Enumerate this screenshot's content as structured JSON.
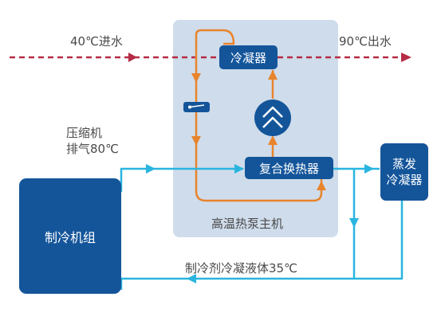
{
  "title": "",
  "inlet_label": "40℃进水",
  "outlet_label": "90℃出水",
  "compressor_exhaust_label": {
    "line1": "压缩机",
    "line2": "排气80℃"
  },
  "refrigerant_label": "制冷剂冷凝液体35℃",
  "nodes": {
    "condenser": "冷凝器",
    "composite_exchanger": "复合换热器",
    "evaporative_condenser": {
      "line1": "蒸发",
      "line2": "冷凝器"
    },
    "refrigeration_unit": "制冷机组",
    "heat_pump_host": "高温热泵主机"
  },
  "icons": [
    "compressor-icon",
    "expansion-valve-icon"
  ],
  "colors": {
    "water_line": "#b52b45",
    "heat_pump_loop": "#e8842c",
    "refrigerant_line": "#29b5e0",
    "node_fill": "#14559a",
    "panel_fill": "#cfdceb",
    "label_text": "#4a4a4a"
  }
}
